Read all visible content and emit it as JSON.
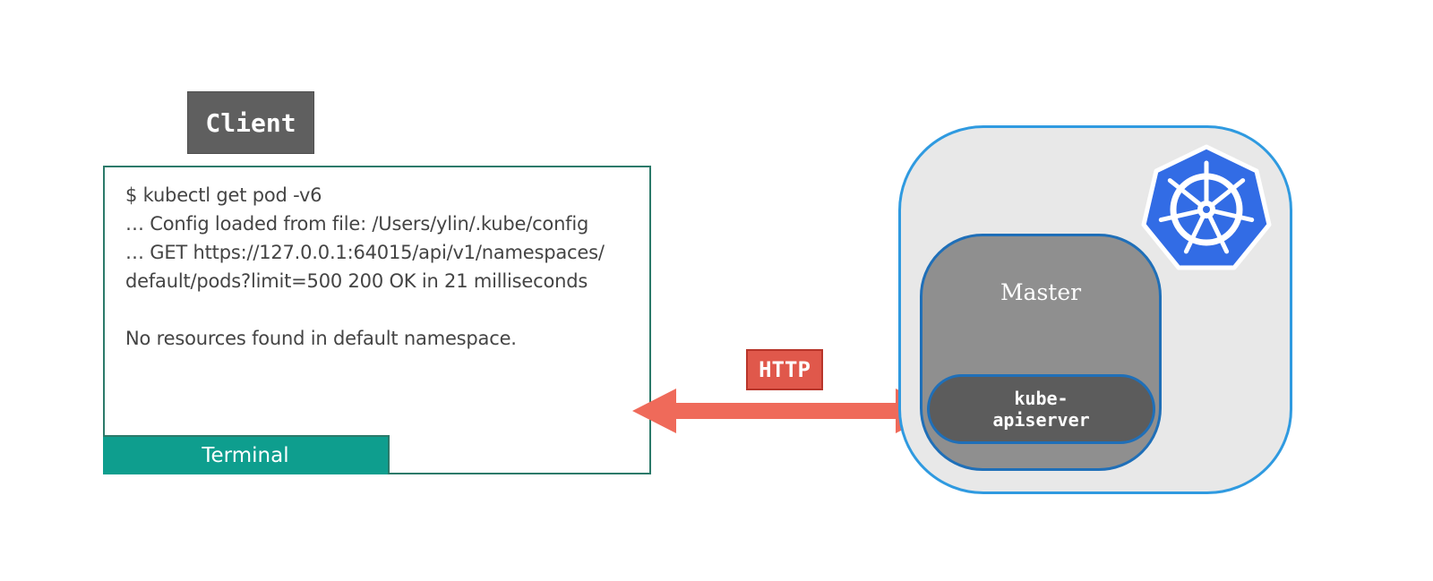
{
  "client": {
    "label": "Client"
  },
  "terminal": {
    "lines": [
      "$ kubectl get pod -v6",
      "… Config loaded from file:  /Users/ylin/.kube/config",
      "… GET https://127.0.0.1:64015/api/v1/namespaces/",
      "default/pods?limit=500 200 OK in 21 milliseconds",
      "",
      "No resources found in default namespace."
    ],
    "tab_label": "Terminal"
  },
  "connection": {
    "label": "HTTP"
  },
  "cluster": {
    "master_label": "Master",
    "apiserver_line1": "kube-",
    "apiserver_line2": "apiserver",
    "logo": "kubernetes-helm-icon"
  },
  "colors": {
    "terminal_border": "#2c7a6a",
    "terminal_tab": "#0e9e8e",
    "arrow": "#ef6a5a",
    "http_label": "#e0584b",
    "cluster_border": "#2f9ae0",
    "inner_border": "#1f6fb8",
    "kubernetes_blue": "#326ce5"
  }
}
